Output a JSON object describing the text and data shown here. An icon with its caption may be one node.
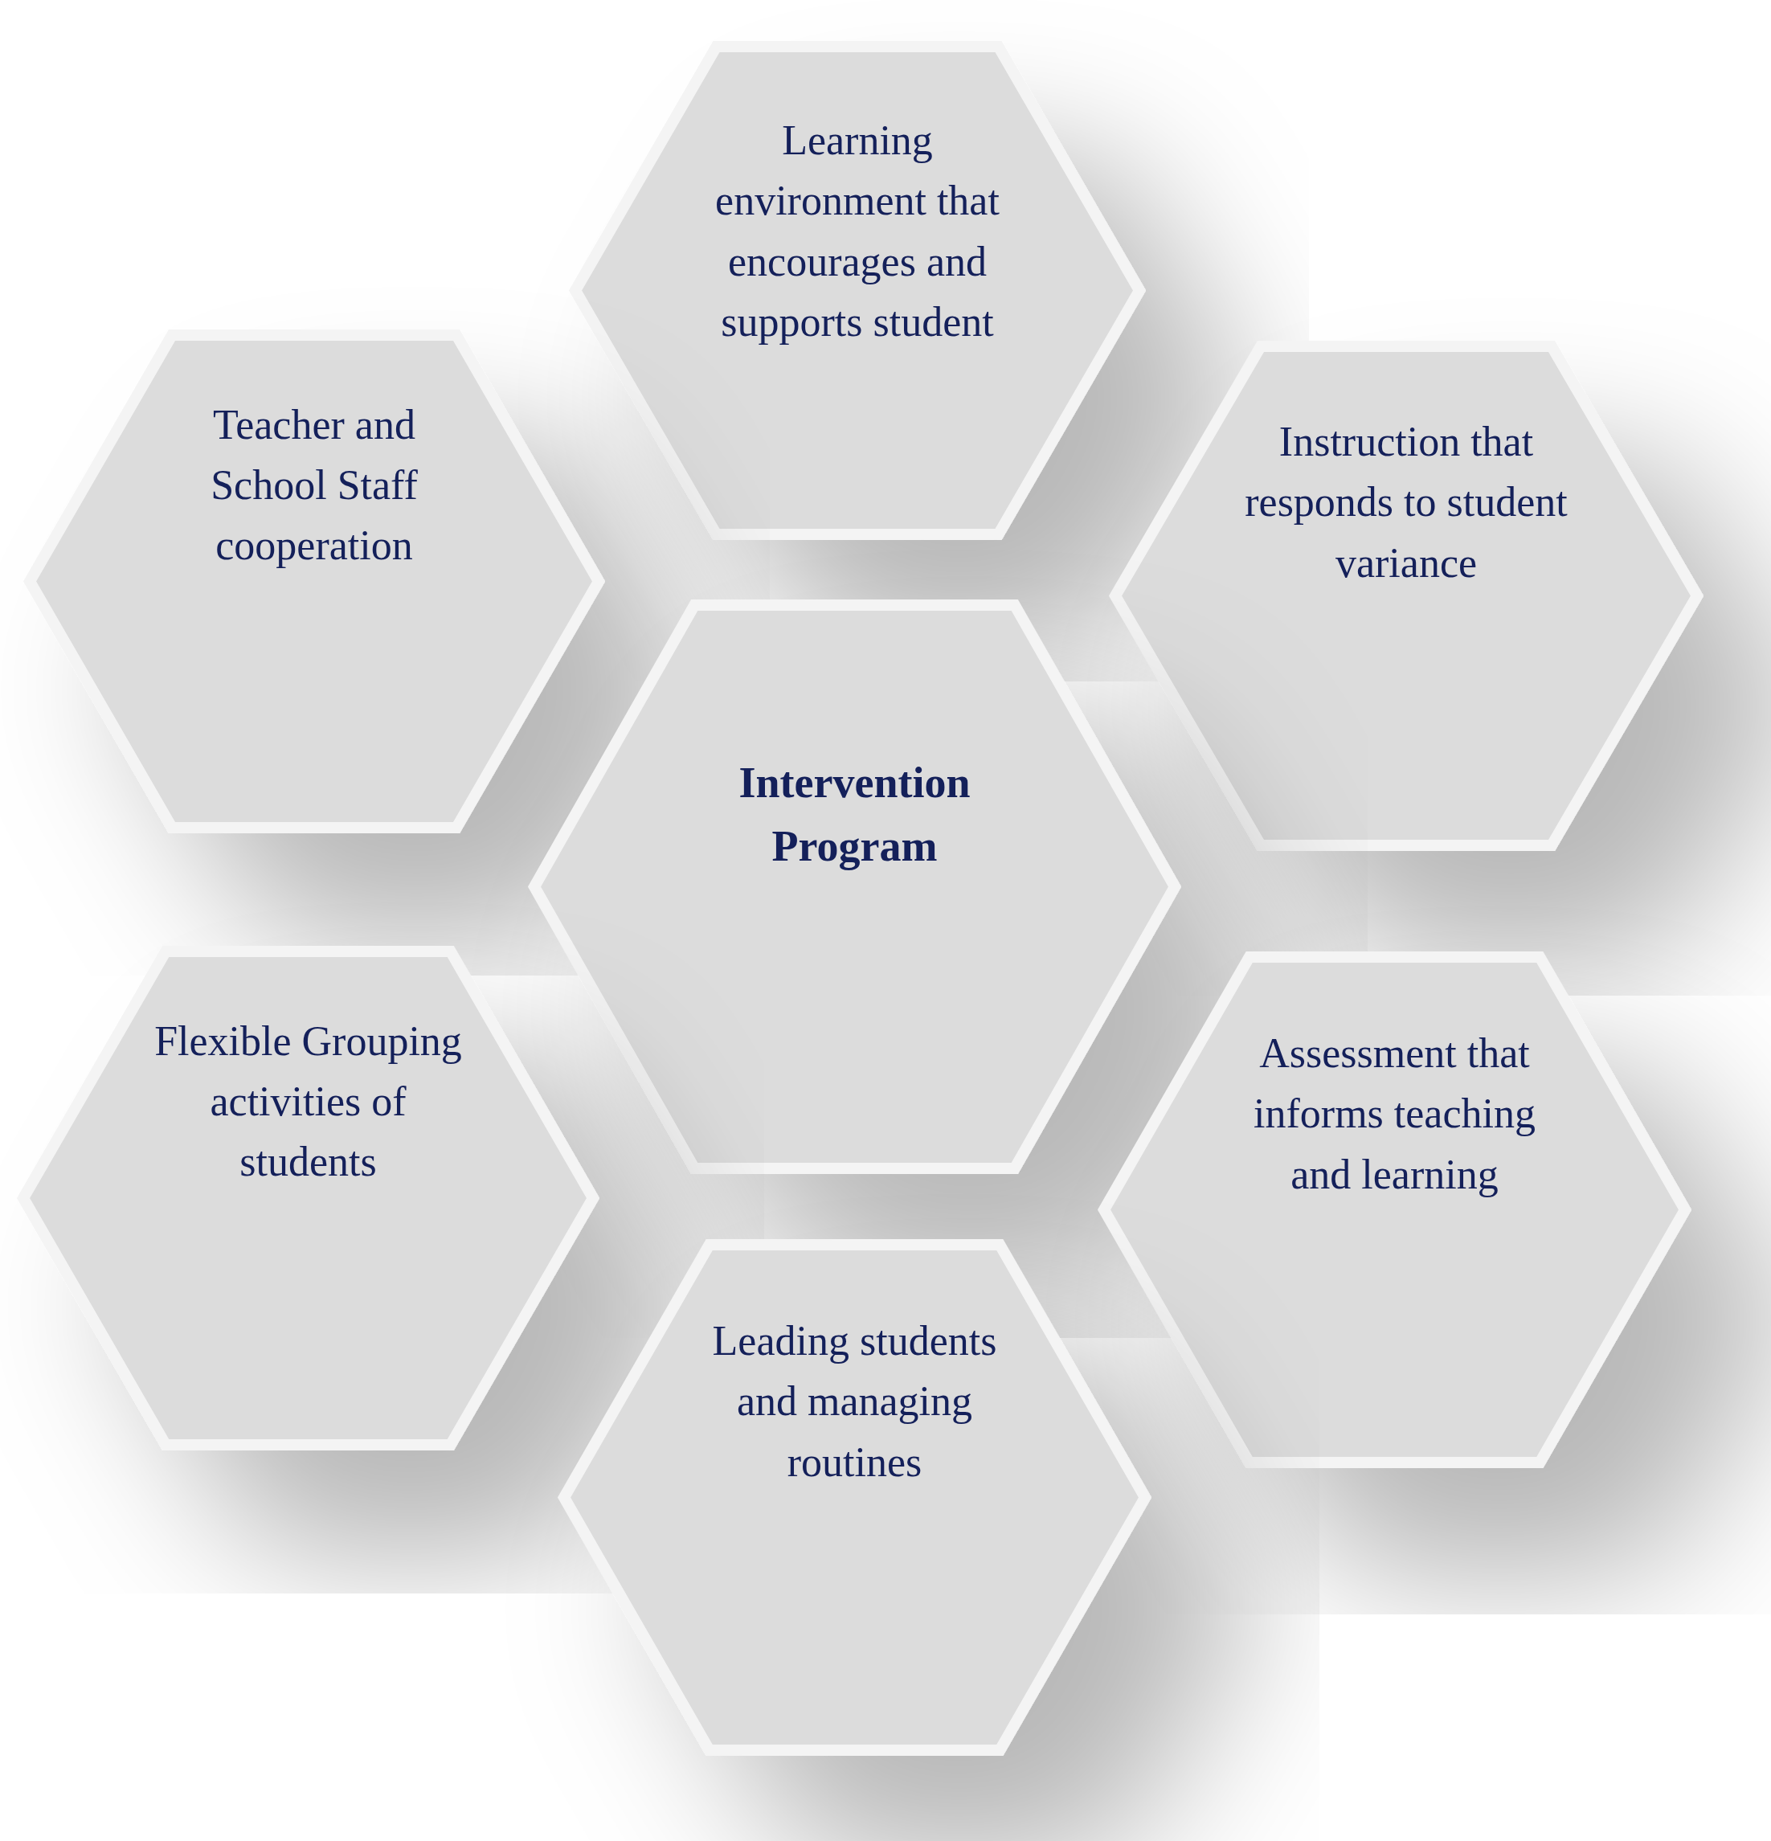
{
  "diagram": {
    "nodes": [
      {
        "text": [
          "Learning environment that encourages and supports student"
        ]
      },
      {
        "text": [
          "Teacher and School Staff cooperation"
        ]
      },
      {
        "text": [
          "Instruction that responds to student variance"
        ]
      },
      {
        "text": [
          "Intervention Program"
        ]
      },
      {
        "text": [
          "Flexible Grouping activities of students"
        ]
      },
      {
        "text": [
          "Assessment that informs teaching and learning"
        ]
      },
      {
        "text": [
          "Leading students and managing routines"
        ]
      }
    ],
    "edges": []
  }
}
